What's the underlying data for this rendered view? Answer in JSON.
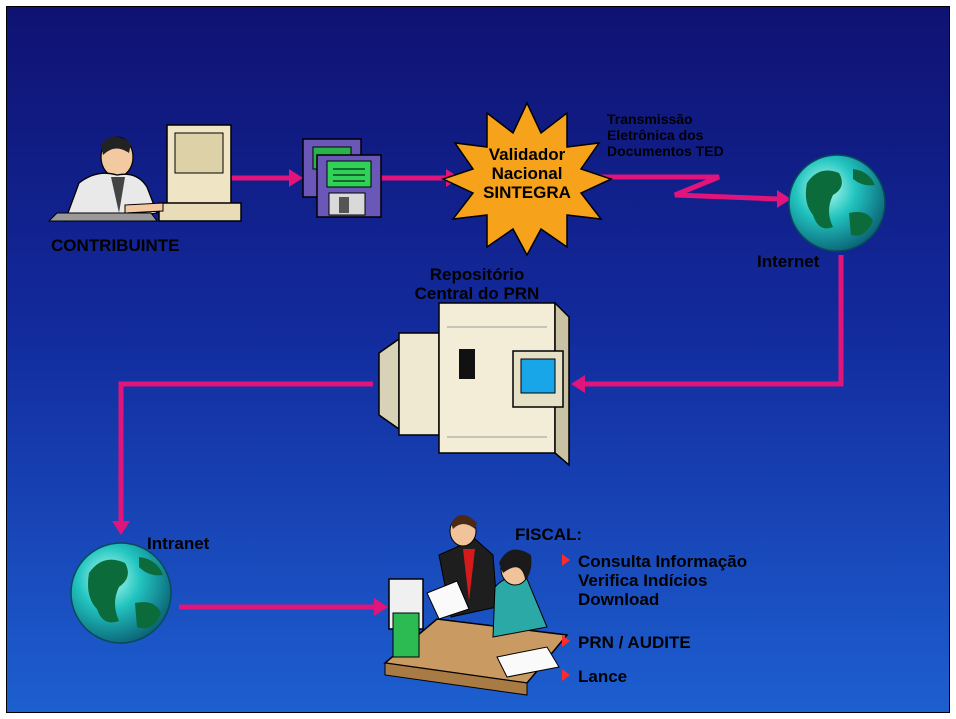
{
  "nodes": {
    "contribuinte": "CONTRIBUINTE",
    "validador_lines": [
      "Validador",
      "Nacional",
      "SINTEGRA"
    ],
    "transmissao_lines": [
      "Transmissão",
      "Eletrônica dos",
      "Documentos TED"
    ],
    "internet": "Internet",
    "repositorio_lines": [
      "Repositório",
      "Central do PRN"
    ],
    "intranet": "Intranet"
  },
  "fiscal": {
    "title": "FISCAL:",
    "items": [
      {
        "lines": [
          "Consulta Informação",
          "Verifica Indícios",
          "Download"
        ]
      },
      {
        "lines": [
          "PRN / AUDITE"
        ]
      },
      {
        "lines": [
          "Lance"
        ]
      }
    ]
  },
  "colors": {
    "background_top": "#0f1272",
    "background_bottom": "#1d5fd0",
    "arrow": "#e0147a",
    "starburst": "#f7a21b",
    "bullet": "#ff2a2a"
  },
  "icons": [
    "person-at-computer-icon",
    "floppy-disks-icon",
    "starburst-icon",
    "globe-icon",
    "mainframe-server-icon",
    "office-workers-icon"
  ]
}
